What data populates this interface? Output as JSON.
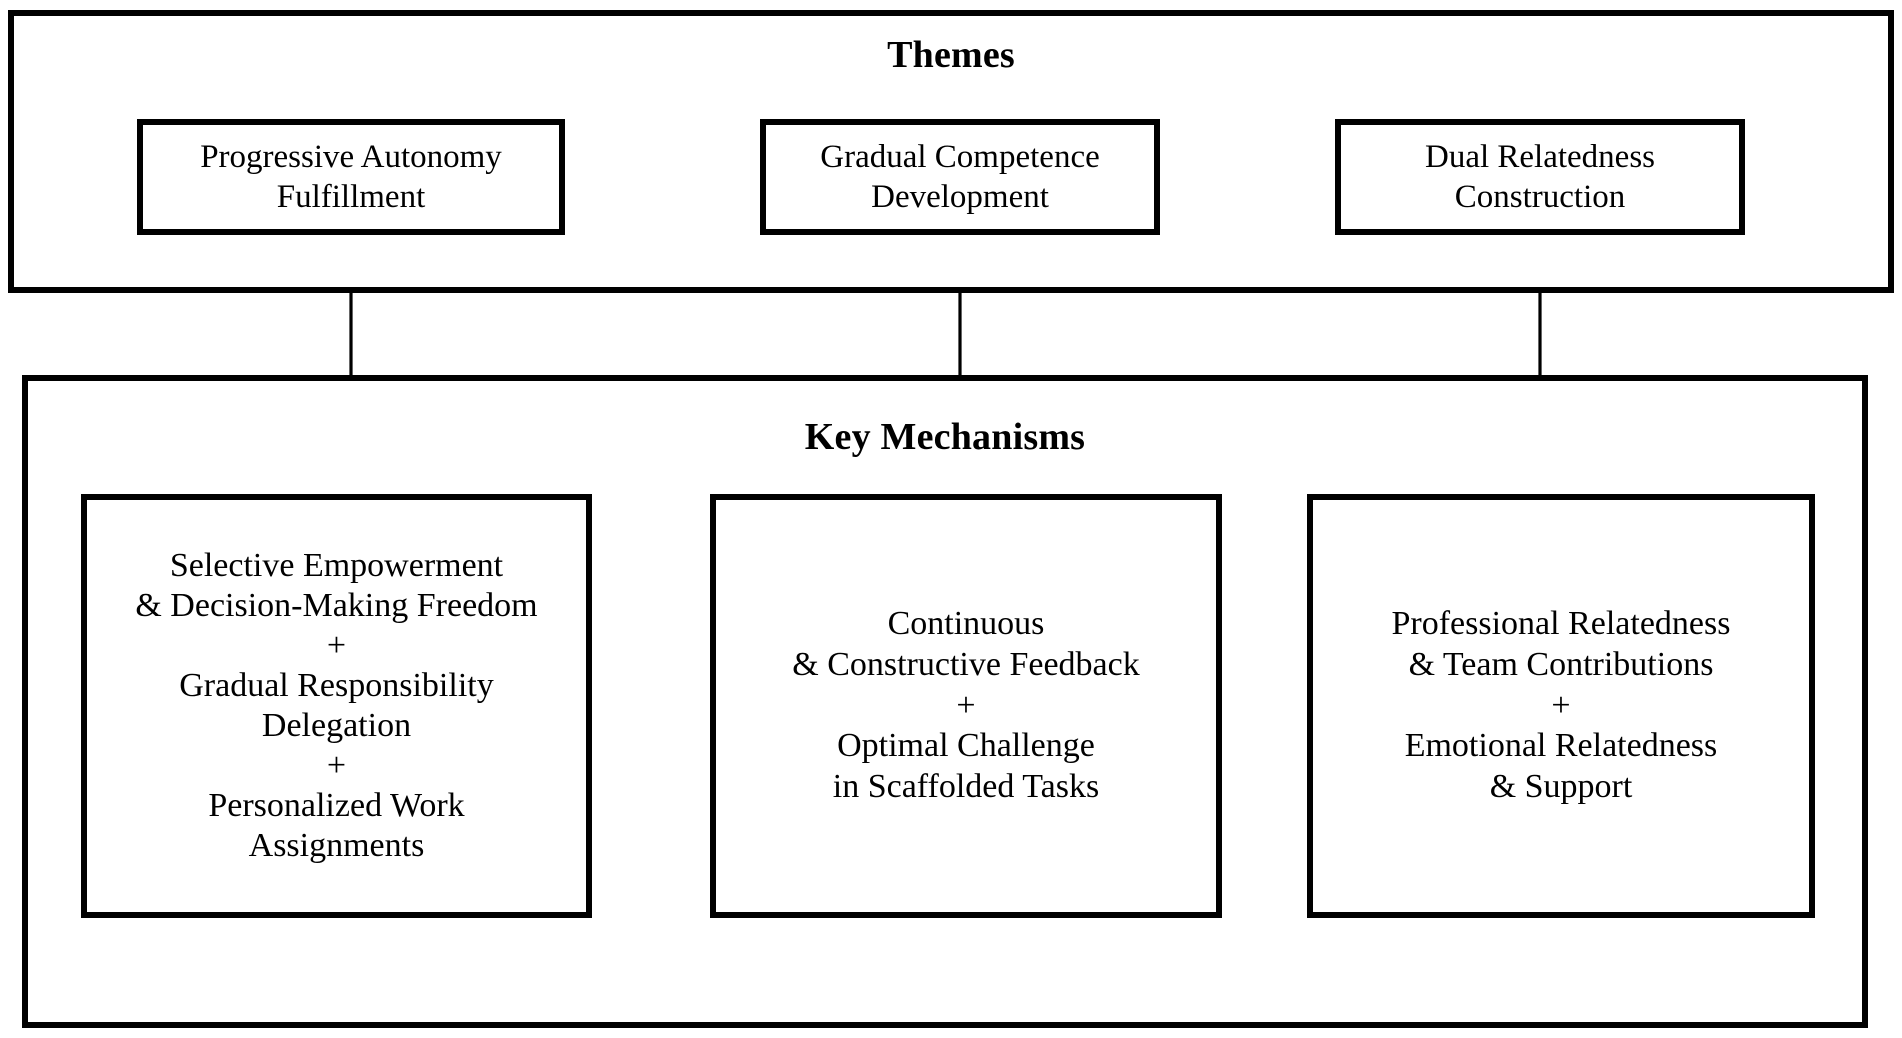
{
  "diagram": {
    "title_themes": "Themes",
    "title_mechanisms": "Key Mechanisms",
    "themes": [
      {
        "id": "progressive-autonomy-fulfillment",
        "label": "Progressive Autonomy\nFulfillment"
      },
      {
        "id": "gradual-competence-development",
        "label": "Gradual Competence\nDevelopment"
      },
      {
        "id": "dual-relatedness-construction",
        "label": "Dual Relatedness\nConstruction"
      }
    ],
    "mechanisms": [
      {
        "id": "autonomy-mechanisms",
        "label": "Selective Empowerment\n& Decision-Making Freedom\n+\nGradual Responsibility\nDelegation\n+\nPersonalized Work\nAssignments"
      },
      {
        "id": "competence-mechanisms",
        "label": "Continuous\n& Constructive Feedback\n+\nOptimal Challenge\nin Scaffolded Tasks"
      },
      {
        "id": "relatedness-mechanisms",
        "label": "Professional Relatedness\n& Team Contributions\n+\nEmotional Relatedness\n& Support"
      }
    ],
    "edges": [
      {
        "id": "edge-theme-0-to-mech-0",
        "from": "progressive-autonomy-fulfillment",
        "to": "autonomy-mechanisms"
      },
      {
        "id": "edge-theme-1-to-mech-1",
        "from": "gradual-competence-development",
        "to": "competence-mechanisms"
      },
      {
        "id": "edge-theme-2-to-mech-2",
        "from": "dual-relatedness-construction",
        "to": "relatedness-mechanisms"
      }
    ],
    "colors": {
      "stroke": "#000000",
      "background": "#ffffff",
      "text": "#000000"
    }
  }
}
